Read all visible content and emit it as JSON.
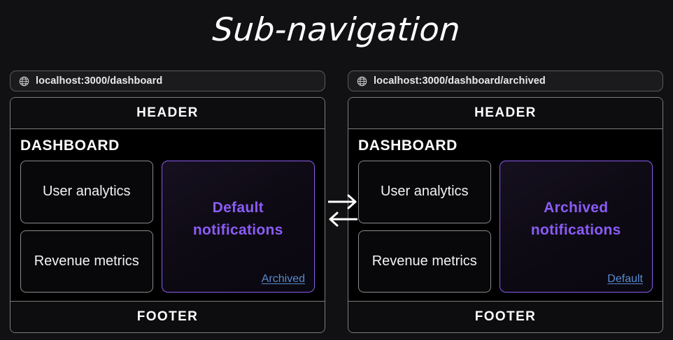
{
  "title": "Sub-navigation",
  "icons": {
    "globe": "globe-icon"
  },
  "arrows": {
    "right": "arrow-right-icon",
    "left": "arrow-left-icon"
  },
  "colors": {
    "background": "#111113",
    "accent_purple": "#8B5CF6",
    "link_blue": "#5A8BD0",
    "border_gray": "#7d7d80",
    "text_white": "#ffffff"
  },
  "panels": [
    {
      "url": "localhost:3000/dashboard",
      "header": "HEADER",
      "footer": "FOOTER",
      "section_title": "DASHBOARD",
      "cards": [
        "User analytics",
        "Revenue metrics"
      ],
      "notification": {
        "label": "Default notifications",
        "link": "Archived"
      }
    },
    {
      "url": "localhost:3000/dashboard/archived",
      "header": "HEADER",
      "footer": "FOOTER",
      "section_title": "DASHBOARD",
      "cards": [
        "User analytics",
        "Revenue metrics"
      ],
      "notification": {
        "label": "Archived notifications",
        "link": "Default"
      }
    }
  ]
}
